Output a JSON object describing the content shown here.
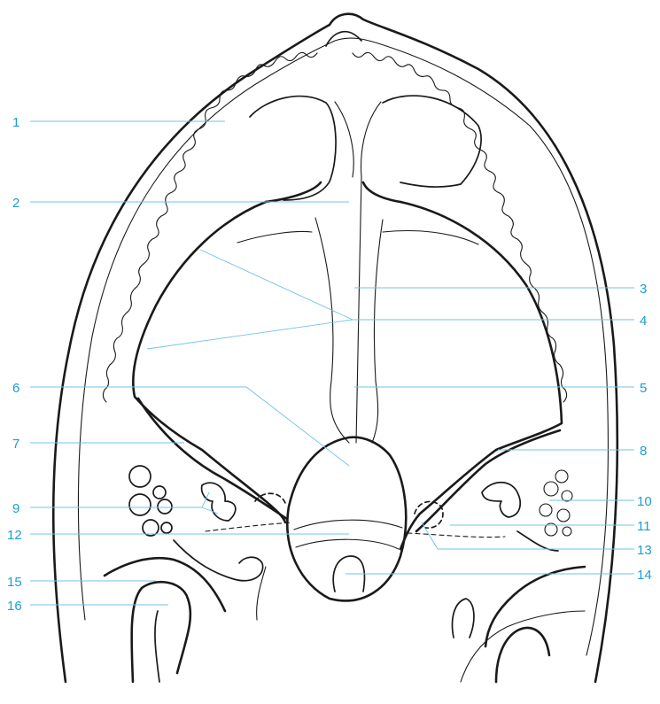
{
  "colors": {
    "label": "#1a9ed4",
    "leader": "#6fc3e6",
    "ink": "#1a1a1a"
  },
  "labels": {
    "l1": "1",
    "l2": "2",
    "l3": "3",
    "l4": "4",
    "l5": "5",
    "l6": "6",
    "l7": "7",
    "l8": "8",
    "l9": "9",
    "l10": "10",
    "l11": "11",
    "l12": "12",
    "l13": "13",
    "l14": "14",
    "l15": "15",
    "l16": "16"
  }
}
